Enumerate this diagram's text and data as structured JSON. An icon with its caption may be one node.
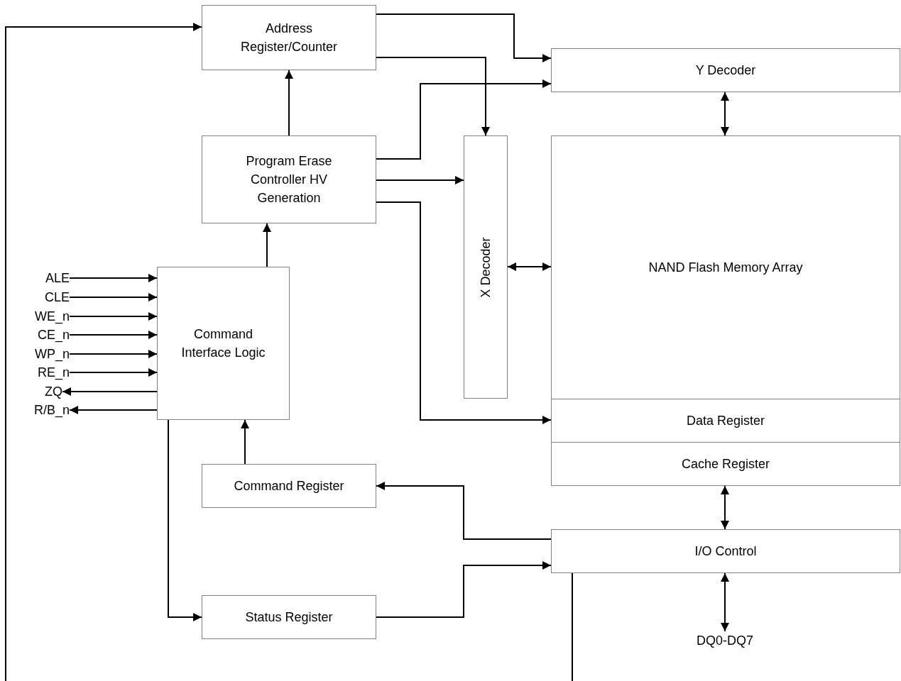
{
  "diagram": {
    "nodes": [
      {
        "text": [
          "Address Register/Counter"
        ]
      },
      {
        "text": [
          "Y Decoder"
        ]
      },
      {
        "text": [
          "Program Erase Controller HV Generation"
        ]
      },
      {
        "text": [
          "X Decoder"
        ]
      },
      {
        "text": [
          "NAND Flash Memory Array"
        ]
      },
      {
        "text": [
          "Data Register"
        ]
      },
      {
        "text": [
          "Cache Register"
        ]
      },
      {
        "text": [
          "Command Interface Logic"
        ]
      },
      {
        "text": [
          "Command Register"
        ]
      },
      {
        "text": [
          "I/O Control"
        ]
      },
      {
        "text": [
          "Status Register"
        ]
      },
      {
        "text": [
          "ALE"
        ]
      },
      {
        "text": [
          "CLE"
        ]
      },
      {
        "text": [
          "WE_n"
        ]
      },
      {
        "text": [
          "CE_n"
        ]
      },
      {
        "text": [
          "WP_n"
        ]
      },
      {
        "text": [
          "RE_n"
        ]
      },
      {
        "text": [
          "ZQ"
        ]
      },
      {
        "text": [
          "R/B_n"
        ]
      },
      {
        "text": [
          "DQ0-DQ7"
        ]
      }
    ],
    "edges": [
      {
        "from": 0,
        "to": 1,
        "arrow": "to"
      },
      {
        "from": 0,
        "to": 3,
        "arrow": "to"
      },
      {
        "from": 2,
        "to": 1,
        "arrow": "to"
      },
      {
        "from": 2,
        "to": 3,
        "arrow": "to"
      },
      {
        "from": 2,
        "to": 5,
        "arrow": "to"
      },
      {
        "from": 2,
        "to": 0,
        "arrow": "to"
      },
      {
        "from": 7,
        "to": 2,
        "arrow": "to"
      },
      {
        "from": 1,
        "to": 4,
        "arrow": "both"
      },
      {
        "from": 3,
        "to": 4,
        "arrow": "both"
      },
      {
        "from": 6,
        "to": 9,
        "arrow": "both"
      },
      {
        "from": 9,
        "to": 19,
        "arrow": "both"
      },
      {
        "from": 9,
        "to": 8,
        "arrow": "to"
      },
      {
        "from": 10,
        "to": 9,
        "arrow": "to"
      },
      {
        "from": 8,
        "to": 7,
        "arrow": "to"
      },
      {
        "from": 7,
        "to": 10,
        "arrow": "to"
      },
      {
        "from": 9,
        "to": 0,
        "arrow": "to"
      },
      {
        "from": 11,
        "to": 7,
        "arrow": "to"
      },
      {
        "from": 12,
        "to": 7,
        "arrow": "to"
      },
      {
        "from": 13,
        "to": 7,
        "arrow": "to"
      },
      {
        "from": 14,
        "to": 7,
        "arrow": "to"
      },
      {
        "from": 15,
        "to": 7,
        "arrow": "to"
      },
      {
        "from": 16,
        "to": 7,
        "arrow": "to"
      },
      {
        "from": 7,
        "to": 17,
        "arrow": "to"
      },
      {
        "from": 7,
        "to": 18,
        "arrow": "to"
      }
    ]
  }
}
